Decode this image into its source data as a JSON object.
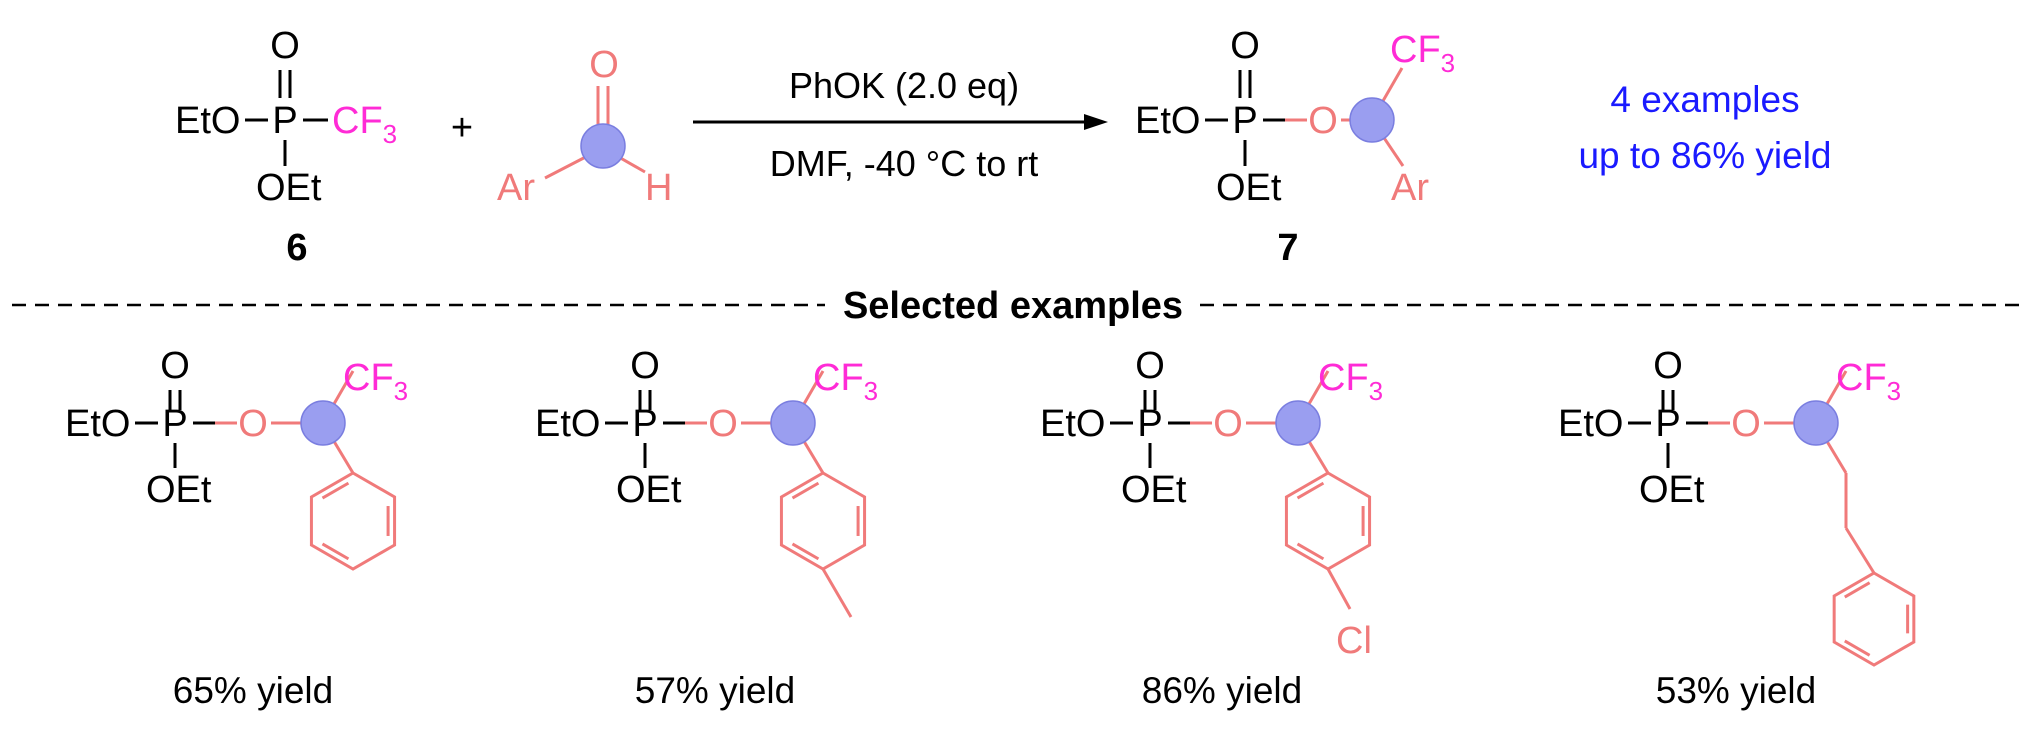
{
  "reaction": {
    "reagent_6": {
      "o_top": "O",
      "eto": "EtO",
      "p": "P",
      "cf3": "CF",
      "cf3_sub": "3",
      "oet": "OEt",
      "label": "6"
    },
    "plus": "+",
    "aldehyde": {
      "o": "O",
      "ar": "Ar",
      "h": "H"
    },
    "conditions_top": "PhOK (2.0 eq)",
    "conditions_bottom": "DMF, -40 °C to rt",
    "product_7": {
      "o_top": "O",
      "eto": "EtO",
      "p": "P",
      "o_link": "O",
      "cf3": "CF",
      "cf3_sub": "3",
      "oet": "OEt",
      "ar": "Ar",
      "label": "7"
    },
    "summary_line1": "4 examples",
    "summary_line2": "up to 86% yield"
  },
  "section_title": "Selected examples",
  "examples": [
    {
      "yield": "65% yield"
    },
    {
      "yield": "57% yield"
    },
    {
      "yield": "86% yield",
      "cl": "Cl"
    },
    {
      "yield": "53% yield"
    }
  ],
  "atom_labels": {
    "o": "O",
    "eto": "EtO",
    "p": "P",
    "oet": "OEt",
    "cf": "CF",
    "sub3": "3"
  },
  "colors": {
    "black": "#000000",
    "aryl": "#f07a7a",
    "cf3": "#ff2bd6",
    "summary": "#1a1aff",
    "highlight": "#9a9ef0"
  }
}
